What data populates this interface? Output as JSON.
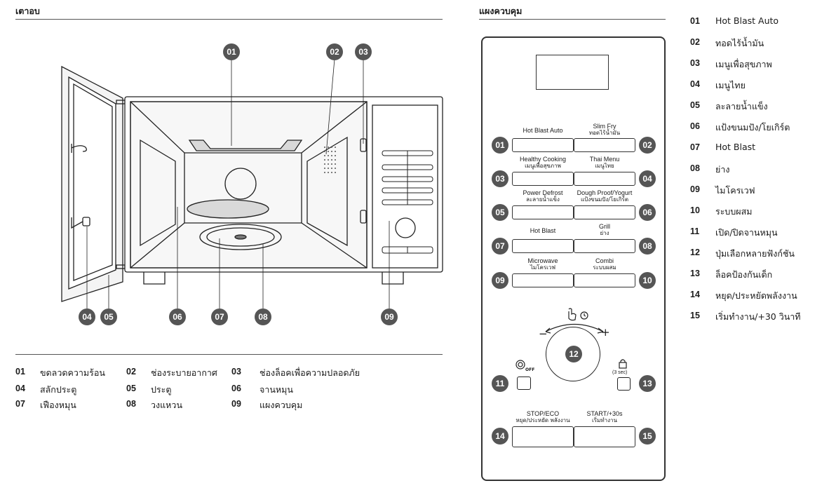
{
  "door": {
    "title": "เตาอบ",
    "callouts": [
      "01",
      "02",
      "03",
      "04",
      "05",
      "06",
      "07",
      "08",
      "09"
    ],
    "legend": [
      {
        "num": "01",
        "text": "ขดลวดความร้อน"
      },
      {
        "num": "02",
        "text": "ช่องระบายอากาศ"
      },
      {
        "num": "03",
        "text": "ช่องล็อคเพื่อความปลอดภัย"
      },
      {
        "num": "04",
        "text": "สลักประตู"
      },
      {
        "num": "05",
        "text": "ประตู"
      },
      {
        "num": "06",
        "text": "จานหมุน"
      },
      {
        "num": "07",
        "text": "เฟืองหมุน"
      },
      {
        "num": "08",
        "text": "วงแหวน"
      },
      {
        "num": "09",
        "text": "แผงควบคุม"
      }
    ]
  },
  "panel": {
    "title": "แผงควบคุม",
    "buttons": [
      {
        "num": "01",
        "en": "Hot Blast Auto",
        "th": ""
      },
      {
        "num": "02",
        "en": "Slim Fry",
        "th": "ทอดไร้น้ำมัน"
      },
      {
        "num": "03",
        "en": "Healthy Cooking",
        "th": "เมนูเพื่อสุขภาพ"
      },
      {
        "num": "04",
        "en": "Thai Menu",
        "th": "เมนูไทย"
      },
      {
        "num": "05",
        "en": "Power Defrost",
        "th": "ละลายน้ำแข็ง"
      },
      {
        "num": "06",
        "en": "Dough Proof/Yogurt",
        "th": "แป้งขนมปัง/โยเกิร์ต"
      },
      {
        "num": "07",
        "en": "Hot Blast",
        "th": ""
      },
      {
        "num": "08",
        "en": "Grill",
        "th": "ย่าง"
      },
      {
        "num": "09",
        "en": "Microwave",
        "th": "ไมโครเวฟ"
      },
      {
        "num": "10",
        "en": "Combi",
        "th": "ระบบผสม"
      },
      {
        "num": "14",
        "en": "STOP/ECO",
        "th": "หยุด/ประหยัด พลังงาน"
      },
      {
        "num": "15",
        "en": "START/+30s",
        "th": "เริ่มทำงาน"
      }
    ],
    "dial_num": "12",
    "dial_minus": "−",
    "dial_plus": "+",
    "turntable_num": "11",
    "turntable_off": "OFF",
    "lock_num": "13",
    "lock_sec": "(3 sec)"
  },
  "right_legend": [
    {
      "num": "01",
      "text": "Hot Blast Auto"
    },
    {
      "num": "02",
      "text": "ทอดไร้น้ำมัน"
    },
    {
      "num": "03",
      "text": "เมนูเพื่อสุขภาพ"
    },
    {
      "num": "04",
      "text": "เมนูไทย"
    },
    {
      "num": "05",
      "text": "ละลายน้ำแข็ง"
    },
    {
      "num": "06",
      "text": "แป้งขนมปัง/โยเกิร์ต"
    },
    {
      "num": "07",
      "text": "Hot Blast"
    },
    {
      "num": "08",
      "text": "ย่าง"
    },
    {
      "num": "09",
      "text": "ไมโครเวฟ"
    },
    {
      "num": "10",
      "text": "ระบบผสม"
    },
    {
      "num": "11",
      "text": "เปิด/ปิดจานหมุน"
    },
    {
      "num": "12",
      "text": "ปุ่มเลือกหลายฟังก์ชัน"
    },
    {
      "num": "13",
      "text": "ล็อคป้องกันเด็ก"
    },
    {
      "num": "14",
      "text": "หยุด/ประหยัดพลังงาน"
    },
    {
      "num": "15",
      "text": "เริ่มทำงาน/+30 วินาที"
    }
  ]
}
